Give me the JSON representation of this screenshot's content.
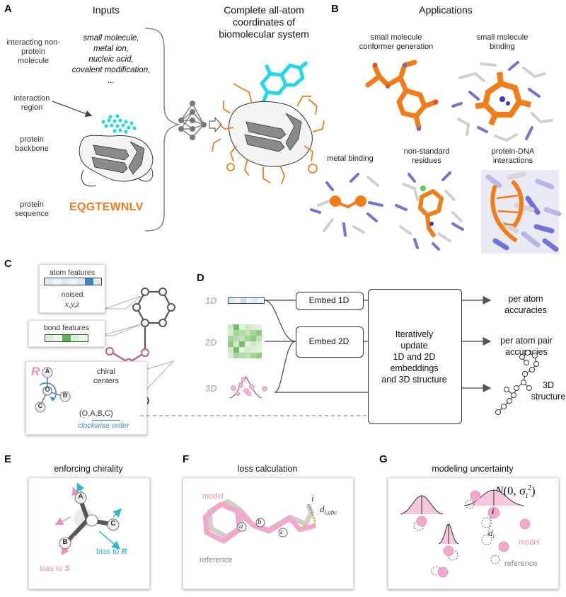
{
  "panels": {
    "a": {
      "letter": "A",
      "inputs_title": "Inputs",
      "output_title_l1": "Complete all-atom",
      "output_title_l2": "coordinates of",
      "output_title_l3": "biomolecular system",
      "rows": {
        "nonprotein_l1": "interacting non-",
        "nonprotein_l2": "protein",
        "nonprotein_l3": "molecule",
        "region_l1": "interaction",
        "region_l2": "region",
        "backbone_l1": "protein",
        "backbone_l2": "backbone",
        "sequence_l1": "protein",
        "sequence_l2": "sequence"
      },
      "molecule_list": [
        "small molecule,",
        "metal ion,",
        "nucleic acid,",
        "covalent modification,",
        "..."
      ],
      "sequence": "EQGTEWNLV"
    },
    "b": {
      "letter": "B",
      "title": "Applications",
      "items": {
        "conformer_l1": "small molecule",
        "conformer_l2": "conformer generation",
        "binding_l1": "small molecule",
        "binding_l2": "binding",
        "metal": "metal binding",
        "nonstd_l1": "non-standard",
        "nonstd_l2": "residues",
        "dna_l1": "protein-DNA",
        "dna_l2": "interactions"
      }
    },
    "c": {
      "letter": "C",
      "atom_features": "atom features",
      "noised": "noised",
      "xyz": "x,y,z",
      "bond_features": "bond features",
      "chiral_l1": "chiral",
      "chiral_l2": "centers",
      "r_label": "R",
      "atom_a": "A",
      "atom_b": "B",
      "atom_c": "C",
      "atom_o": "O",
      "order": "(O,A,B,C)",
      "clockwise": "clockwise order"
    },
    "d": {
      "letter": "D",
      "dim_1d": "1D",
      "dim_2d": "2D",
      "dim_3d": "3D",
      "embed_1d": "Embed 1D",
      "embed_2d": "Embed 2D",
      "update_l1": "Iteratively",
      "update_l2": "update",
      "update_l3": "1D and 2D",
      "update_l4": "embeddings",
      "update_l5": "and 3D structure",
      "out1_l1": "per atom",
      "out1_l2": "accuracies",
      "out2_l1": "per atom pair",
      "out2_l2": "accuracies",
      "out3_l1": "3D",
      "out3_l2": "structure"
    },
    "e": {
      "letter": "E",
      "title": "enforcing chirality",
      "atom_a": "A",
      "atom_b": "B",
      "atom_c": "C",
      "bias_s_prefix": "bias to ",
      "bias_s_letter": "S",
      "bias_r_prefix": "bias to ",
      "bias_r_letter": "R"
    },
    "f": {
      "letter": "F",
      "title": "loss calculation",
      "model": "model",
      "reference": "reference",
      "atom_a": "a",
      "atom_b": "b",
      "atom_c": "c",
      "atom_i": "i",
      "dist_main": "d",
      "dist_sub": "i,abc"
    },
    "g": {
      "letter": "G",
      "title": "modeling uncertainty",
      "formula_n": "N",
      "formula_rest": "(0, σ",
      "formula_sub": "i",
      "formula_sup": "2",
      "formula_close": ")",
      "atom_i": "i",
      "dist_main": "d",
      "dist_sub": "i",
      "model": "model",
      "reference": "reference"
    }
  },
  "colors": {
    "orange": "#f07d1a",
    "cyan": "#22d8e6",
    "pink": "#e991bf",
    "mauve": "#b86c98",
    "blue": "#7272d8",
    "gray": "#777777",
    "dark": "#444444",
    "teal": "#2fb9c8",
    "clockwise_blue": "#3b8fc4"
  }
}
